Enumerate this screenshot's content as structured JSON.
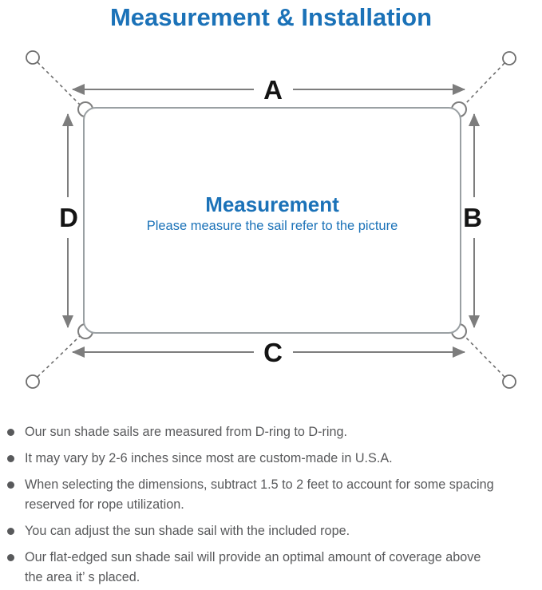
{
  "title": "Measurement & Installation",
  "diagram": {
    "side_labels": {
      "top": "A",
      "right": "B",
      "bottom": "C",
      "left": "D"
    },
    "center_heading": "Measurement",
    "center_subtitle": "Please measure the sail refer to the picture",
    "colors": {
      "accent_blue": "#1B72B8",
      "arrow_gray": "#7d7d7d",
      "sail_outline_gray": "#9aa0a3",
      "note_text_gray": "#58595b"
    },
    "icons": [
      "anchor-point-icon (open circle, 4 corners)",
      "d-ring-icon (ring on each sail corner)",
      "dashed-tether-line",
      "double-headed-arrow"
    ]
  },
  "notes": [
    {
      "text": "Our sun shade sails are measured from D-ring to D-ring."
    },
    {
      "text": "It may vary by 2-6 inches since most are custom-made in U.S.A."
    },
    {
      "text": "When selecting the dimensions, subtract 1.5 to 2 feet to account for some spacing\nreserved for rope utilization."
    },
    {
      "text": "You can adjust the sun shade sail with the included rope."
    },
    {
      "text": "Our flat-edged sun shade sail will provide an optimal amount of coverage above\nthe area it’ s placed."
    }
  ]
}
